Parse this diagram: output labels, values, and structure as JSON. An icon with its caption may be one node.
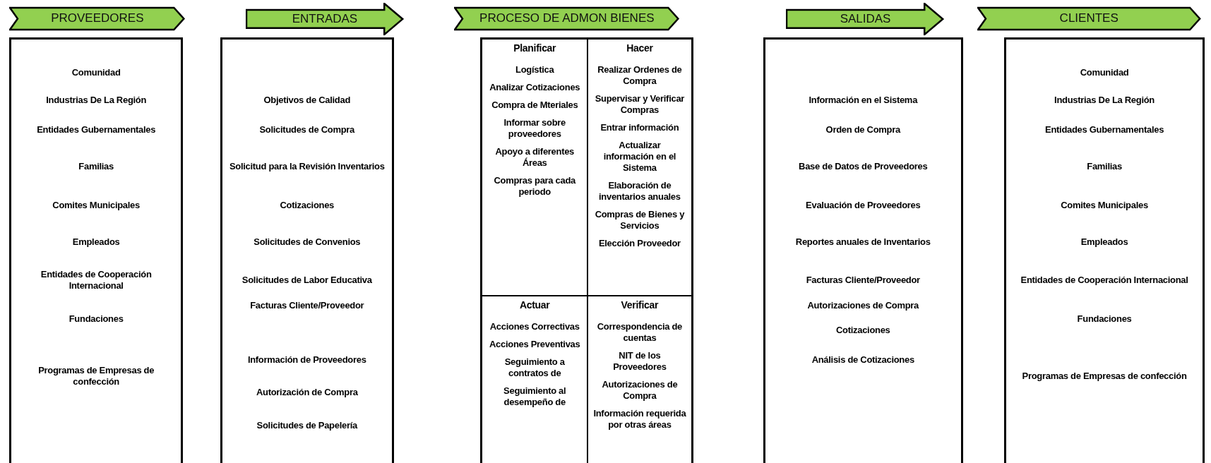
{
  "diagram": {
    "nodes": [
      {
        "text": [
          "PROVEEDORES"
        ]
      },
      {
        "text": [
          "Comunidad",
          "Industrias De La Región",
          "Entidades Gubernamentales",
          "Familias",
          "Comites Municipales",
          "Empleados",
          "Entidades de Cooperación Internacional",
          "Fundaciones",
          "Programas de Empresas de confección"
        ]
      },
      {
        "text": [
          "ENTRADAS"
        ]
      },
      {
        "text": [
          "Objetivos de Calidad",
          "Solicitudes de Compra",
          "Solicitud para la Revisión Inventarios",
          "Cotizaciones",
          "Solicitudes de Convenios",
          "Solicitudes de Labor Educativa",
          "Facturas Cliente/Proveedor",
          "Información de Proveedores",
          "Autorización de Compra",
          "Solicitudes de Papelería"
        ]
      },
      {
        "text": [
          "PROCESO DE ADMON BIENES"
        ]
      },
      {
        "text": [],
        "shape": "box"
      },
      {
        "text": [
          "Planificar",
          "Logística",
          "Analizar Cotizaciones",
          "Compra de Mteriales",
          "Informar sobre proveedores",
          "Apoyo a diferentes Áreas",
          "Compras para cada periodo"
        ],
        "in": 5
      },
      {
        "text": [
          "Hacer",
          "Realizar Ordenes de Compra",
          "Supervisar y Verificar Compras",
          "Entrar información",
          "Actualizar información en el Sistema",
          "Elaboración de inventarios anuales",
          "Compras de Bienes y Servicios",
          "Elección Proveedor"
        ],
        "in": 5
      },
      {
        "text": [
          "Actuar",
          "Acciones Correctivas",
          "Acciones Preventivas",
          "Seguimiento a contratos de",
          "Seguimiento al desempeño de"
        ],
        "in": 5
      },
      {
        "text": [
          "Verificar",
          "Correspondencia de cuentas",
          "NIT de los Proveedores",
          "Autorizaciones de Compra",
          "Información requerida por otras áreas"
        ],
        "in": 5
      },
      {
        "text": [
          "SALIDAS"
        ]
      },
      {
        "text": [
          "Información en el Sistema",
          "Orden de Compra",
          "Base de Datos de Proveedores",
          "Evaluación de Proveedores",
          "Reportes anuales de Inventarios",
          "Facturas Cliente/Proveedor",
          "Autorizaciones de Compra",
          "Cotizaciones",
          "Análisis de Cotizaciones"
        ]
      },
      {
        "text": [
          "CLIENTES"
        ]
      },
      {
        "text": [
          "Comunidad",
          "Industrias De La Región",
          "Entidades Gubernamentales",
          "Familias",
          "Comites Municipales",
          "Empleados",
          "Entidades de Cooperación Internacional",
          "Fundaciones",
          "Programas de Empresas de confección"
        ]
      }
    ]
  }
}
